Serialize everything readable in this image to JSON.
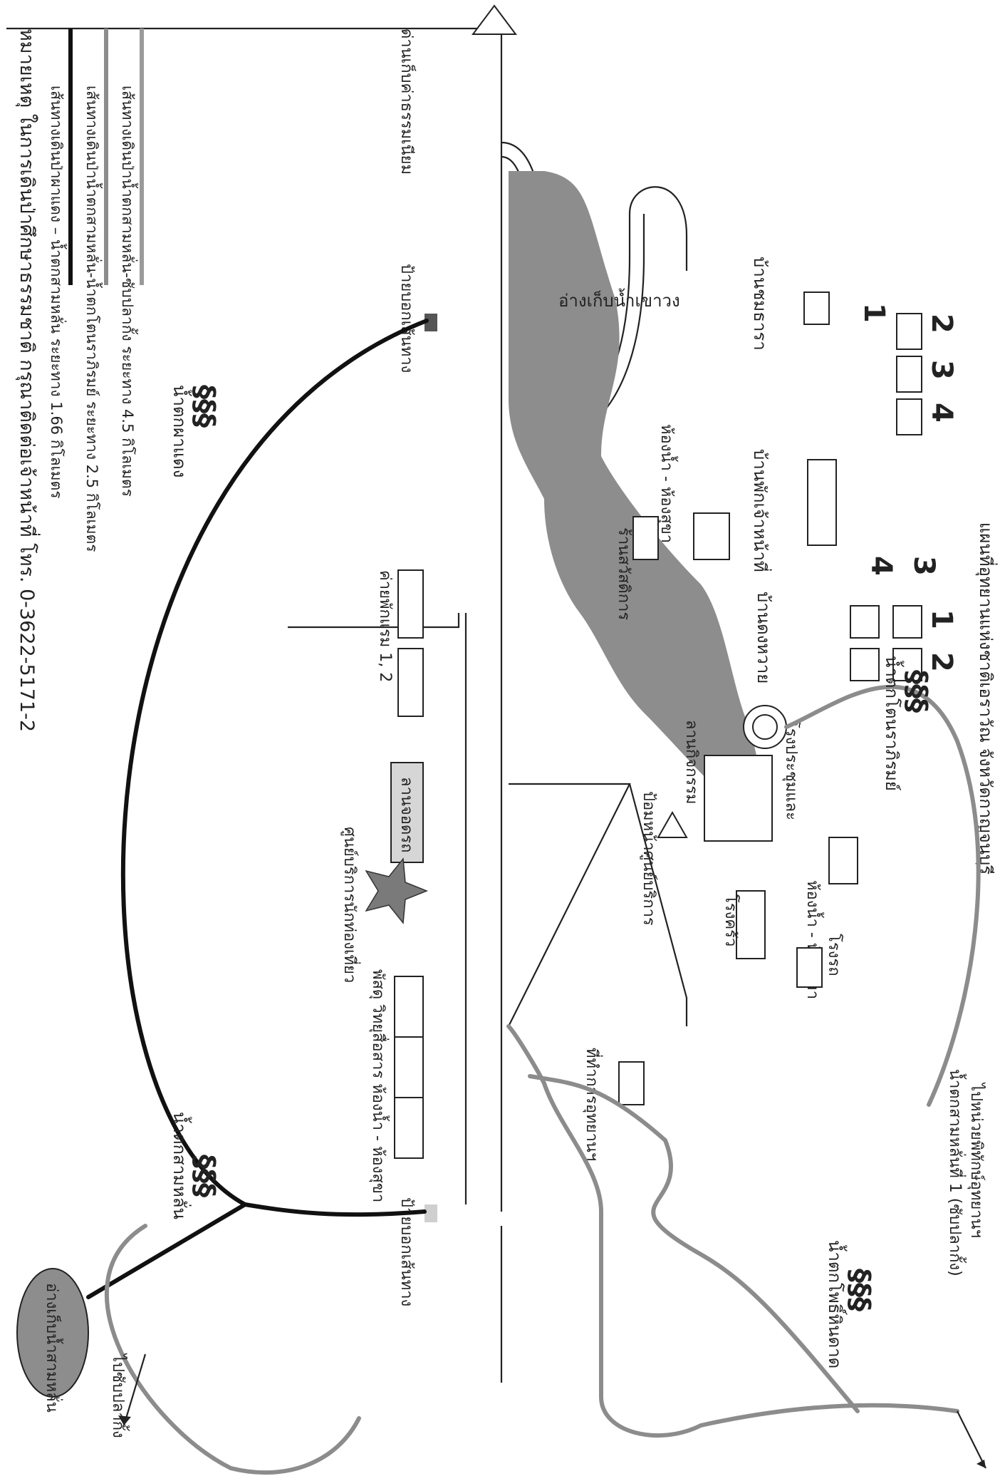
{
  "map": {
    "title": "แผนที่อุทยานแห่งชาติเอราวัณ จังหวัดกาญจนบุรี",
    "legend": {
      "items": [
        {
          "label": "เส้นทางเดินป่าน้ำตกสามหลั่น-ซับปลากั้ง  ระยะทาง 4.5  กิโลเมตร",
          "color": "#9a9a9a"
        },
        {
          "label": "เส้นทางเดินป่าน้ำตกสามหลั่น-น้ำตกโตนราภิรมย์  ระยะทาง 2.5  กิโลเมตร",
          "color": "#8c8c8c"
        },
        {
          "label": "เส้นทางเดินป่าผาแดง – น้ำตกสามหลั่น  ระยะทาง  1.66  กิโลเมตร",
          "color": "#111111"
        }
      ]
    },
    "note": "หมายเหตุ  ในการเดินป่าศึกษาธรรมชาติ  กรุณาติดต่อเจ้าหน้าที่  โทร. 0-3622-5171-2",
    "places": {
      "checkpoint": "ด่านเก็บค่าธรรมเนียม",
      "reservoir_main": "อ่างเก็บน้ำเขาวง",
      "reservoir_samlan": "อ่างเก็บน้ำสามหลั่น",
      "ban_chomphra": "บ้านชมธารา",
      "ban_phak_staff": "บ้านพักเจ้าหน้าที่",
      "ban_dongsai": "บ้านดงหวาย",
      "restroom": "ห้องน้ำ - ห้องสุขา",
      "shop": "ร้านสวัสดิการ",
      "camp": "ค่ายพักแรม 1, 2",
      "trail_start_1": "ป้ายบอกเส้นทาง",
      "trail_start_2": "ป้ายบอกเส้นทาง",
      "fall_phadaeng": "น้ำตกผาแดง",
      "fall_samlan": "น้ำตกสามหลั่น",
      "fall_tonrapirom": "น้ำตกโตนราภิรมย์",
      "fall_phuhatsadet": "น้ำตกโพธิ์หินดาด",
      "meeting_hall": "โรงประชุมและ",
      "meeting_hall_2": "ลานกิจกรรม",
      "restroom_2": "ห้องน้ำ - ห้องสุขา",
      "kitchen": "โรงครัว",
      "garage": "โรงรถ",
      "parking": "ลานจอดรถ",
      "visitor_center": "ศูนย์บริการนักท่องเที่ยว",
      "guard_post": "ป้อมหน้าศูนย์บริการ",
      "hq": "ที่ทำการอุทยานฯ",
      "museum_row": "พัสดุ  วิทยุสื่อสาร ห้องน้ำ - ห้องสุขา",
      "to_unit": "ไปหน่วยพิทักษ์อุทยานฯ",
      "to_unit_2": "น้ำตกสามหลั่นที่ 1 (ซับปลากั้ง)",
      "to_subplakang": "ไปซับปลากั้ง"
    },
    "unit_numbers": [
      "1",
      "2",
      "3",
      "4",
      "1",
      "2",
      "3",
      "4"
    ],
    "fall_icon": "waterfall-icon",
    "star_icon": "visitor-center-star-icon",
    "colors": {
      "reservoir": "#8d8d8d",
      "trail_gray": "#8c8c8c",
      "trail_black": "#111111",
      "star": "#7a7a7a",
      "parking_fill": "#d6d6d6",
      "sign_dark": "#555555",
      "sign_light": "#cfcfcf"
    }
  }
}
